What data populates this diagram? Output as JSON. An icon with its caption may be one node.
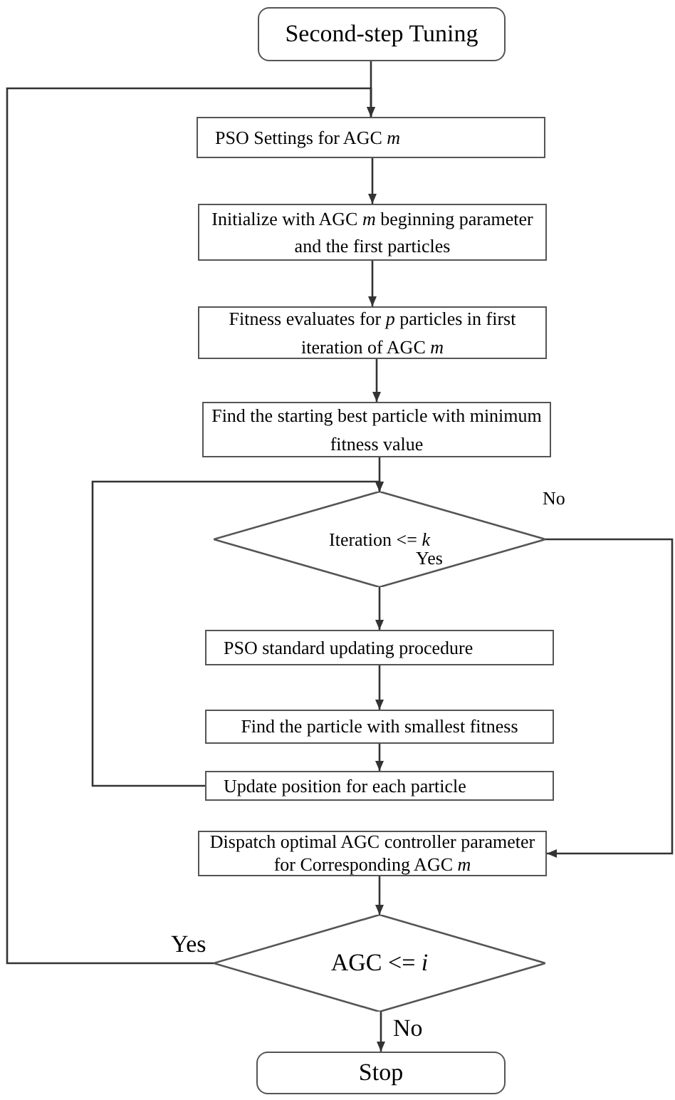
{
  "diagram": {
    "nodes": [
      {
        "text": [
          "Second-step Tuning"
        ]
      },
      {
        "text": [
          "PSO Settings for AGC *m*"
        ]
      },
      {
        "text": [
          "Initialize with AGC *m* beginning parameter and the first particles"
        ]
      },
      {
        "text": [
          "Fitness evaluates for *p* particles in first iteration of AGC *m*"
        ]
      },
      {
        "text": [
          "Find the starting best particle with minimum fitness value"
        ]
      },
      {
        "text": [
          "Iteration <= *k*"
        ]
      },
      {
        "text": [
          "PSO standard updating procedure"
        ]
      },
      {
        "text": [
          "Find the particle with smallest fitness"
        ]
      },
      {
        "text": [
          "Update position for each particle"
        ]
      },
      {
        "text": [
          "Dispatch optimal AGC controller parameter for Corresponding AGC *m*"
        ]
      },
      {
        "text": [
          "AGC <= *i*"
        ]
      },
      {
        "text": [
          "Stop"
        ]
      }
    ],
    "edges": [
      {
        "from": 0,
        "to": 1,
        "arrow": "to"
      },
      {
        "from": 1,
        "to": 2,
        "arrow": "to"
      },
      {
        "from": 2,
        "to": 3,
        "arrow": "to"
      },
      {
        "from": 3,
        "to": 4,
        "arrow": "to"
      },
      {
        "from": 4,
        "to": 5,
        "arrow": "to"
      },
      {
        "from": 5,
        "to": 6,
        "arrow": "to",
        "label": "Yes"
      },
      {
        "from": 6,
        "to": 7,
        "arrow": "to"
      },
      {
        "from": 7,
        "to": 8,
        "arrow": "to"
      },
      {
        "from": 8,
        "to": 5,
        "arrow": "to"
      },
      {
        "from": 5,
        "to": 9,
        "arrow": "to",
        "label": "No"
      },
      {
        "from": 9,
        "to": 10,
        "arrow": "to"
      },
      {
        "from": 10,
        "to": 1,
        "arrow": "to",
        "label": "Yes"
      },
      {
        "from": 10,
        "to": 11,
        "arrow": "to",
        "label": "No"
      }
    ]
  }
}
